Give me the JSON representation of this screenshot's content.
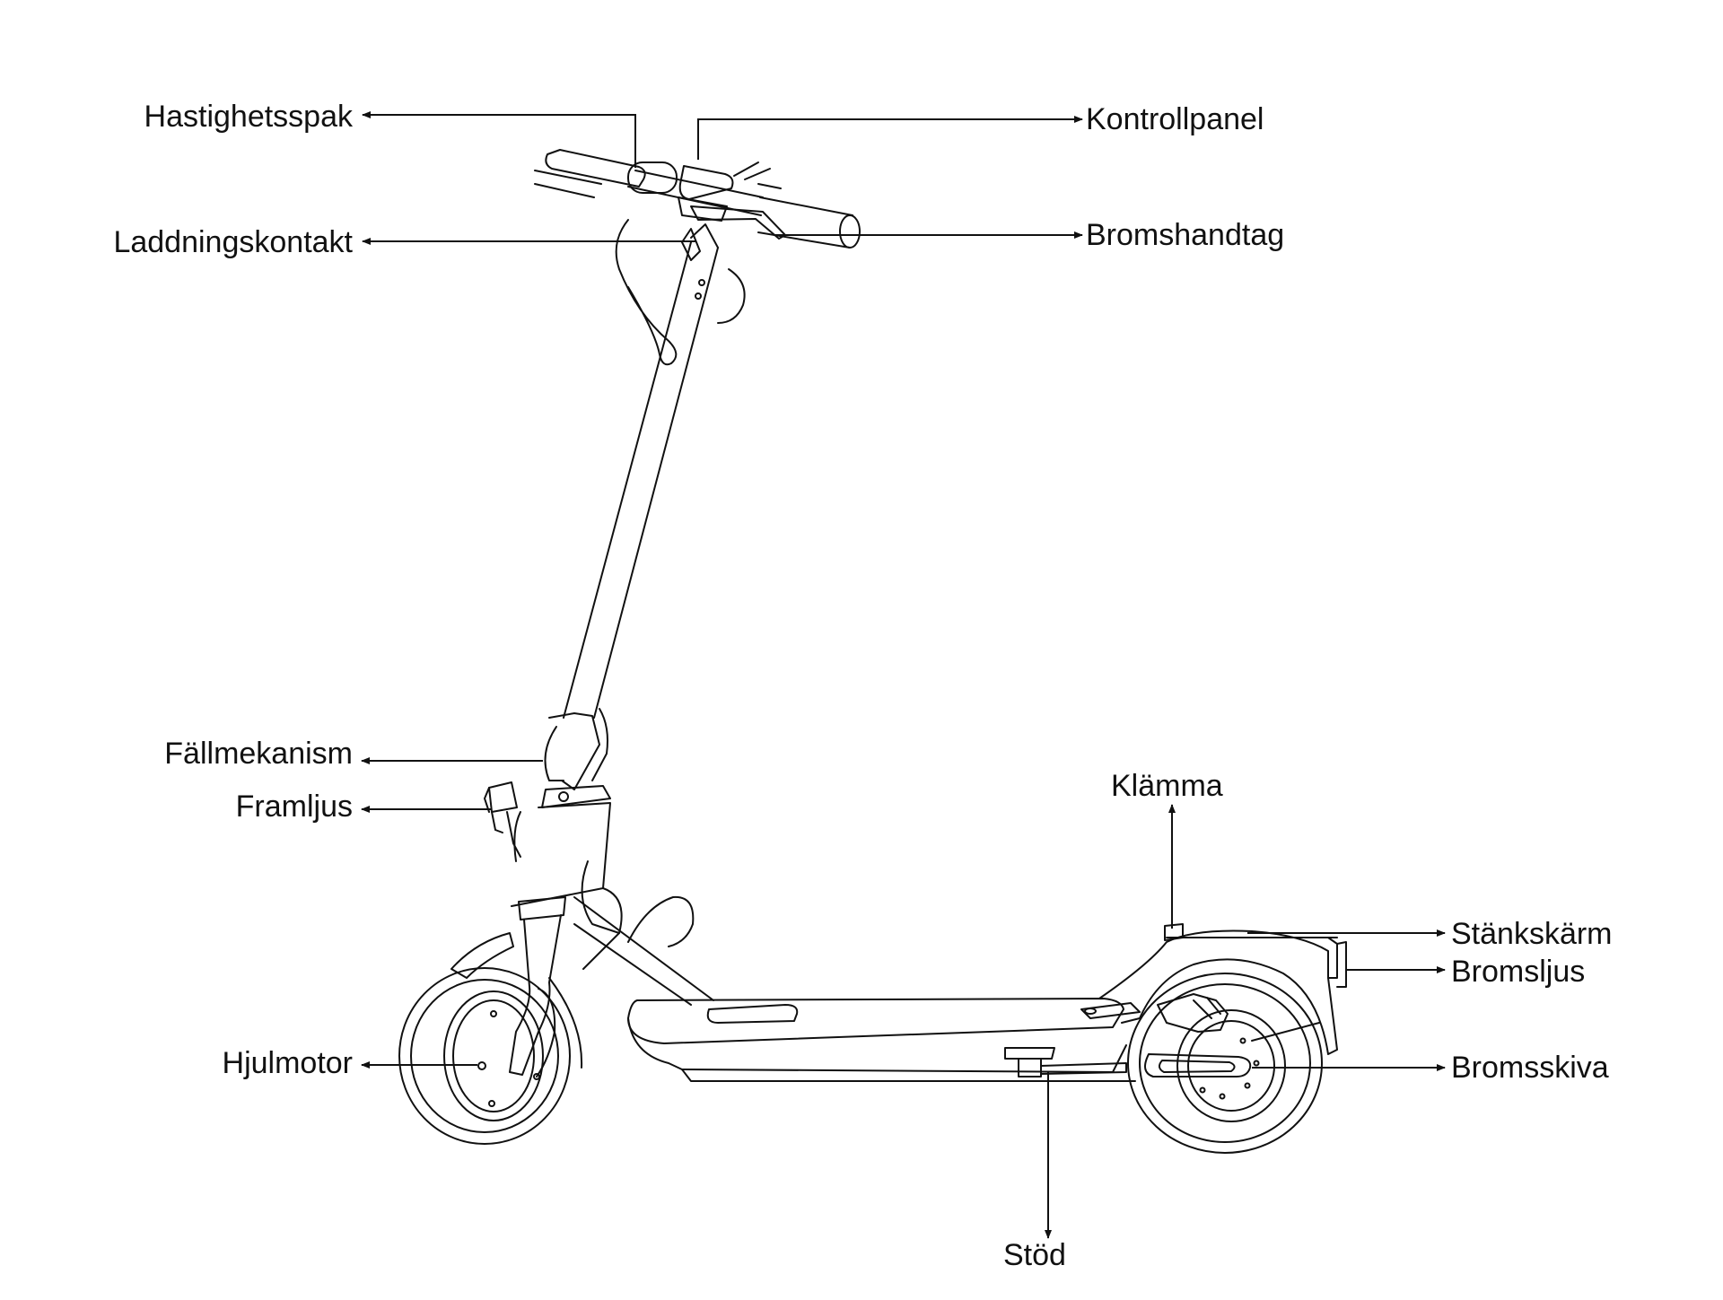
{
  "diagram": {
    "labels": {
      "hastighetsspak": "Hastighetsspak",
      "kontrollpanel": "Kontrollpanel",
      "laddningskontakt": "Laddningskontakt",
      "bromshandtag": "Bromshandtag",
      "fallmekanism": "Fällmekanism",
      "framljus": "Framljus",
      "klamma": "Klämma",
      "stankskarm": "Stänkskärm",
      "bromsljus": "Bromsljus",
      "hjulmotor": "Hjulmotor",
      "bromsskiva": "Bromsskiva",
      "stod": "Stöd"
    },
    "colors": {
      "line": "#111111",
      "background": "#ffffff"
    }
  }
}
